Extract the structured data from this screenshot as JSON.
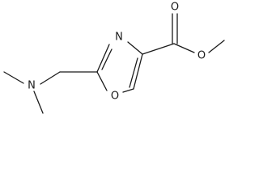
{
  "structure": {
    "atoms": {
      "amine_n": "N",
      "ring_n": "N",
      "ring_o": "O",
      "carbonyl_o": "O",
      "ester_o": "O"
    }
  }
}
